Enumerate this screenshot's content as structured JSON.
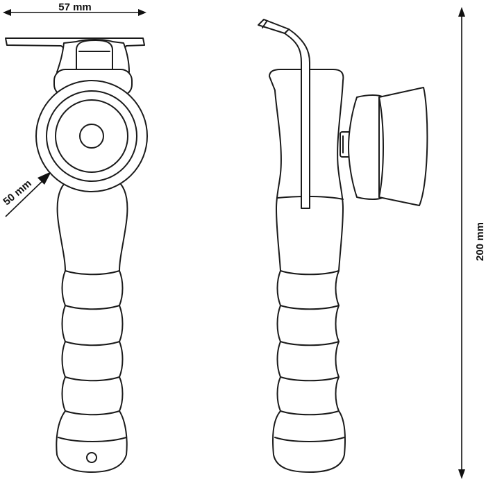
{
  "dimensions": {
    "width_label": "57 mm",
    "diameter_label": "50 mm",
    "height_label": "200 mm"
  },
  "views": [
    {
      "id": "front",
      "label": ""
    },
    {
      "id": "side",
      "label": ""
    }
  ],
  "colors": {
    "line": "#1a1a1a",
    "background": "#ffffff"
  }
}
